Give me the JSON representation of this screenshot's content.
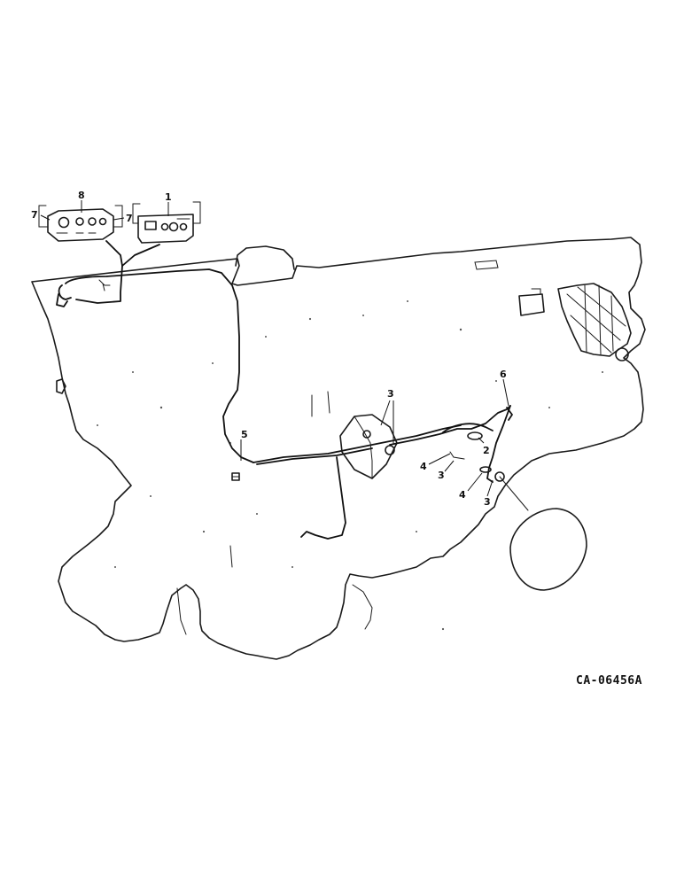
{
  "diagram": {
    "figure_code": "CA-06456A",
    "callouts": {
      "c1": "1",
      "c2": "2",
      "c3a": "3",
      "c3b": "3",
      "c3c": "3",
      "c4a": "4",
      "c4b": "4",
      "c5": "5",
      "c6": "6",
      "c7a": "7",
      "c7b": "7",
      "c8": "8"
    },
    "colors": {
      "ink": "#111111",
      "paper": "#ffffff"
    }
  }
}
